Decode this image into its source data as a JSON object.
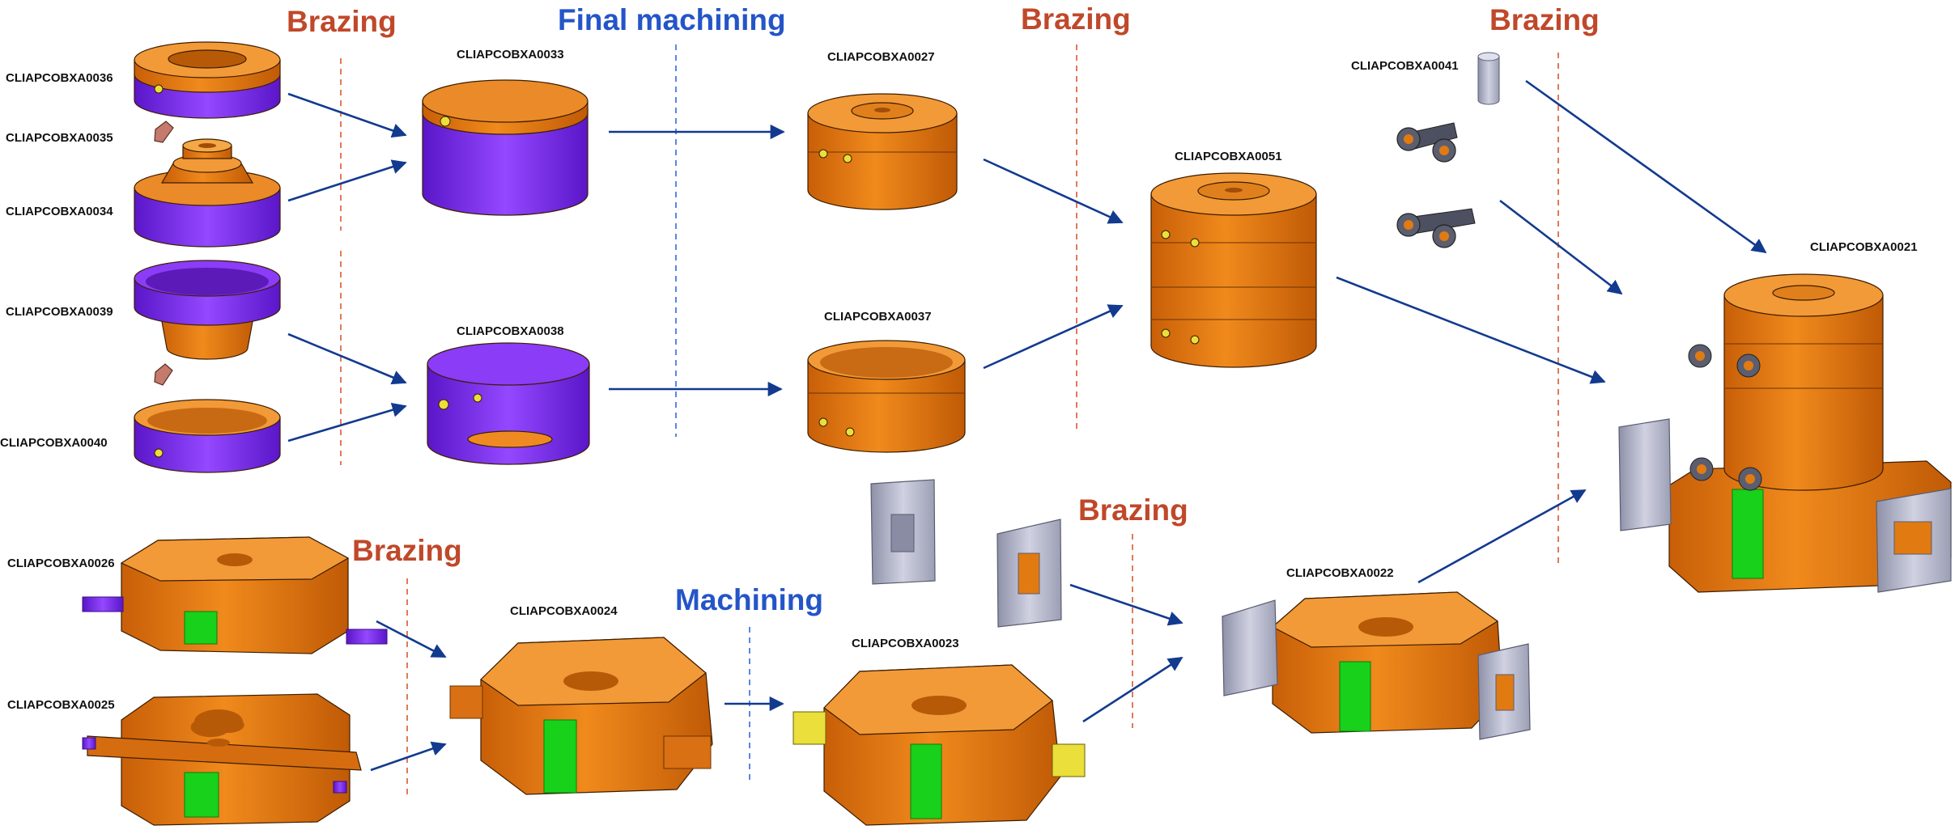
{
  "colors": {
    "copper": "#e27a12",
    "copper_dark": "#b85a08",
    "copper_light": "#f5a040",
    "purple": "#7d2cf0",
    "purple_dark": "#5818c0",
    "green": "#17d11a",
    "yellow": "#eadf3b",
    "steel": "#b6b8cc",
    "arrow": "#123a8f",
    "brazing_text": "#c0482a",
    "machining_text": "#2455c8"
  },
  "steps": {
    "brazing1": "Brazing",
    "final_machining": "Final machining",
    "brazing2": "Brazing",
    "brazing3": "Brazing",
    "brazing4": "Brazing",
    "machining": "Machining",
    "brazing5": "Brazing"
  },
  "parts": {
    "p0036": "CLIAPCOBXA0036",
    "p0035": "CLIAPCOBXA0035",
    "p0034": "CLIAPCOBXA0034",
    "p0039": "CLIAPCOBXA0039",
    "p0040": "CLIAPCOBXA0040",
    "p0033": "CLIAPCOBXA0033",
    "p0038": "CLIAPCOBXA0038",
    "p0027": "CLIAPCOBXA0027",
    "p0037": "CLIAPCOBXA0037",
    "p0051": "CLIAPCOBXA0051",
    "p0041": "CLIAPCOBXA0041",
    "p0021": "CLIAPCOBXA0021",
    "p0026": "CLIAPCOBXA0026",
    "p0025": "CLIAPCOBXA0025",
    "p0024": "CLIAPCOBXA0024",
    "p0023": "CLIAPCOBXA0023",
    "p0022": "CLIAPCOBXA0022"
  }
}
